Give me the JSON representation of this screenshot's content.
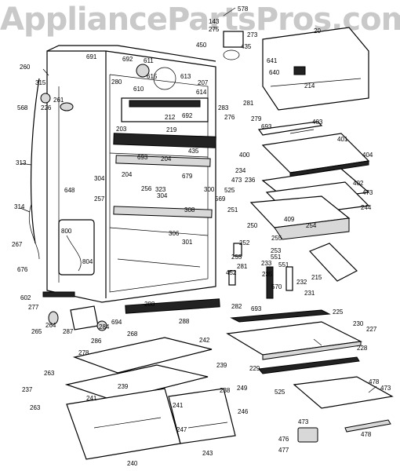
{
  "watermark": "AppliancePartsPros.com",
  "part_labels": [
    "578",
    "143",
    "275",
    "273",
    "20",
    "450",
    "435",
    "691",
    "692",
    "611",
    "260",
    "315",
    "280",
    "615",
    "613",
    "207",
    "641",
    "640",
    "214",
    "261",
    "568",
    "226",
    "610",
    "614",
    "692",
    "281",
    "283",
    "279",
    "276",
    "693",
    "403",
    "212",
    "313",
    "203",
    "435",
    "219",
    "401",
    "400",
    "404",
    "693",
    "204",
    "234",
    "473",
    "525",
    "236",
    "402",
    "473",
    "304",
    "648",
    "256",
    "679",
    "300",
    "569",
    "204",
    "257",
    "304",
    "323",
    "251",
    "244",
    "308",
    "409",
    "250",
    "254",
    "314",
    "306",
    "800",
    "255",
    "267",
    "301",
    "804",
    "253",
    "252",
    "255",
    "233",
    "551",
    "551",
    "281",
    "235",
    "215",
    "676",
    "602",
    "452",
    "570",
    "232",
    "277",
    "694",
    "288",
    "282",
    "693",
    "231",
    "225",
    "230",
    "227",
    "288",
    "264",
    "265",
    "287",
    "284",
    "268",
    "242",
    "286",
    "278",
    "228",
    "229",
    "239",
    "263",
    "237",
    "239",
    "238",
    "249",
    "473",
    "478",
    "525",
    "241",
    "263",
    "241",
    "246",
    "247",
    "473",
    "476",
    "477",
    "240",
    "243",
    "478"
  ]
}
